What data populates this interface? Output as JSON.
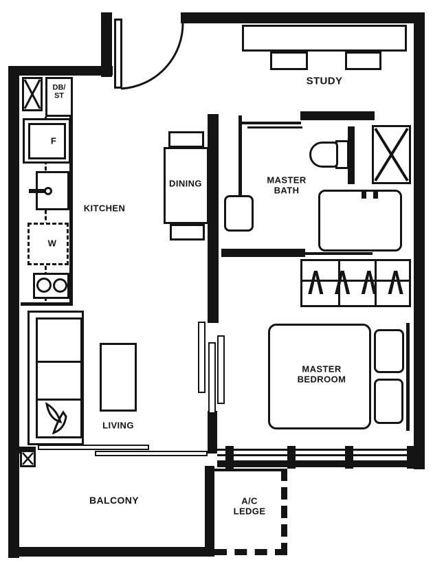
{
  "plan": {
    "type": "apartment-floor-plan",
    "colors": {
      "line": "#141414",
      "paper": "#ffffff"
    },
    "rooms": {
      "kitchen": "KITCHEN",
      "dining": "DINING",
      "master_bath_line1": "MASTER",
      "master_bath_line2": "BATH",
      "study": "STUDY",
      "master_bedroom_line1": "MASTER",
      "master_bedroom_line2": "BEDROOM",
      "living": "LIVING",
      "balcony": "BALCONY",
      "ac_ledge_line1": "A/C",
      "ac_ledge_line2": "LEDGE"
    },
    "fixtures": {
      "db_st_line1": "DB/",
      "db_st_line2": "ST",
      "fridge": "F",
      "washer": "W"
    }
  }
}
